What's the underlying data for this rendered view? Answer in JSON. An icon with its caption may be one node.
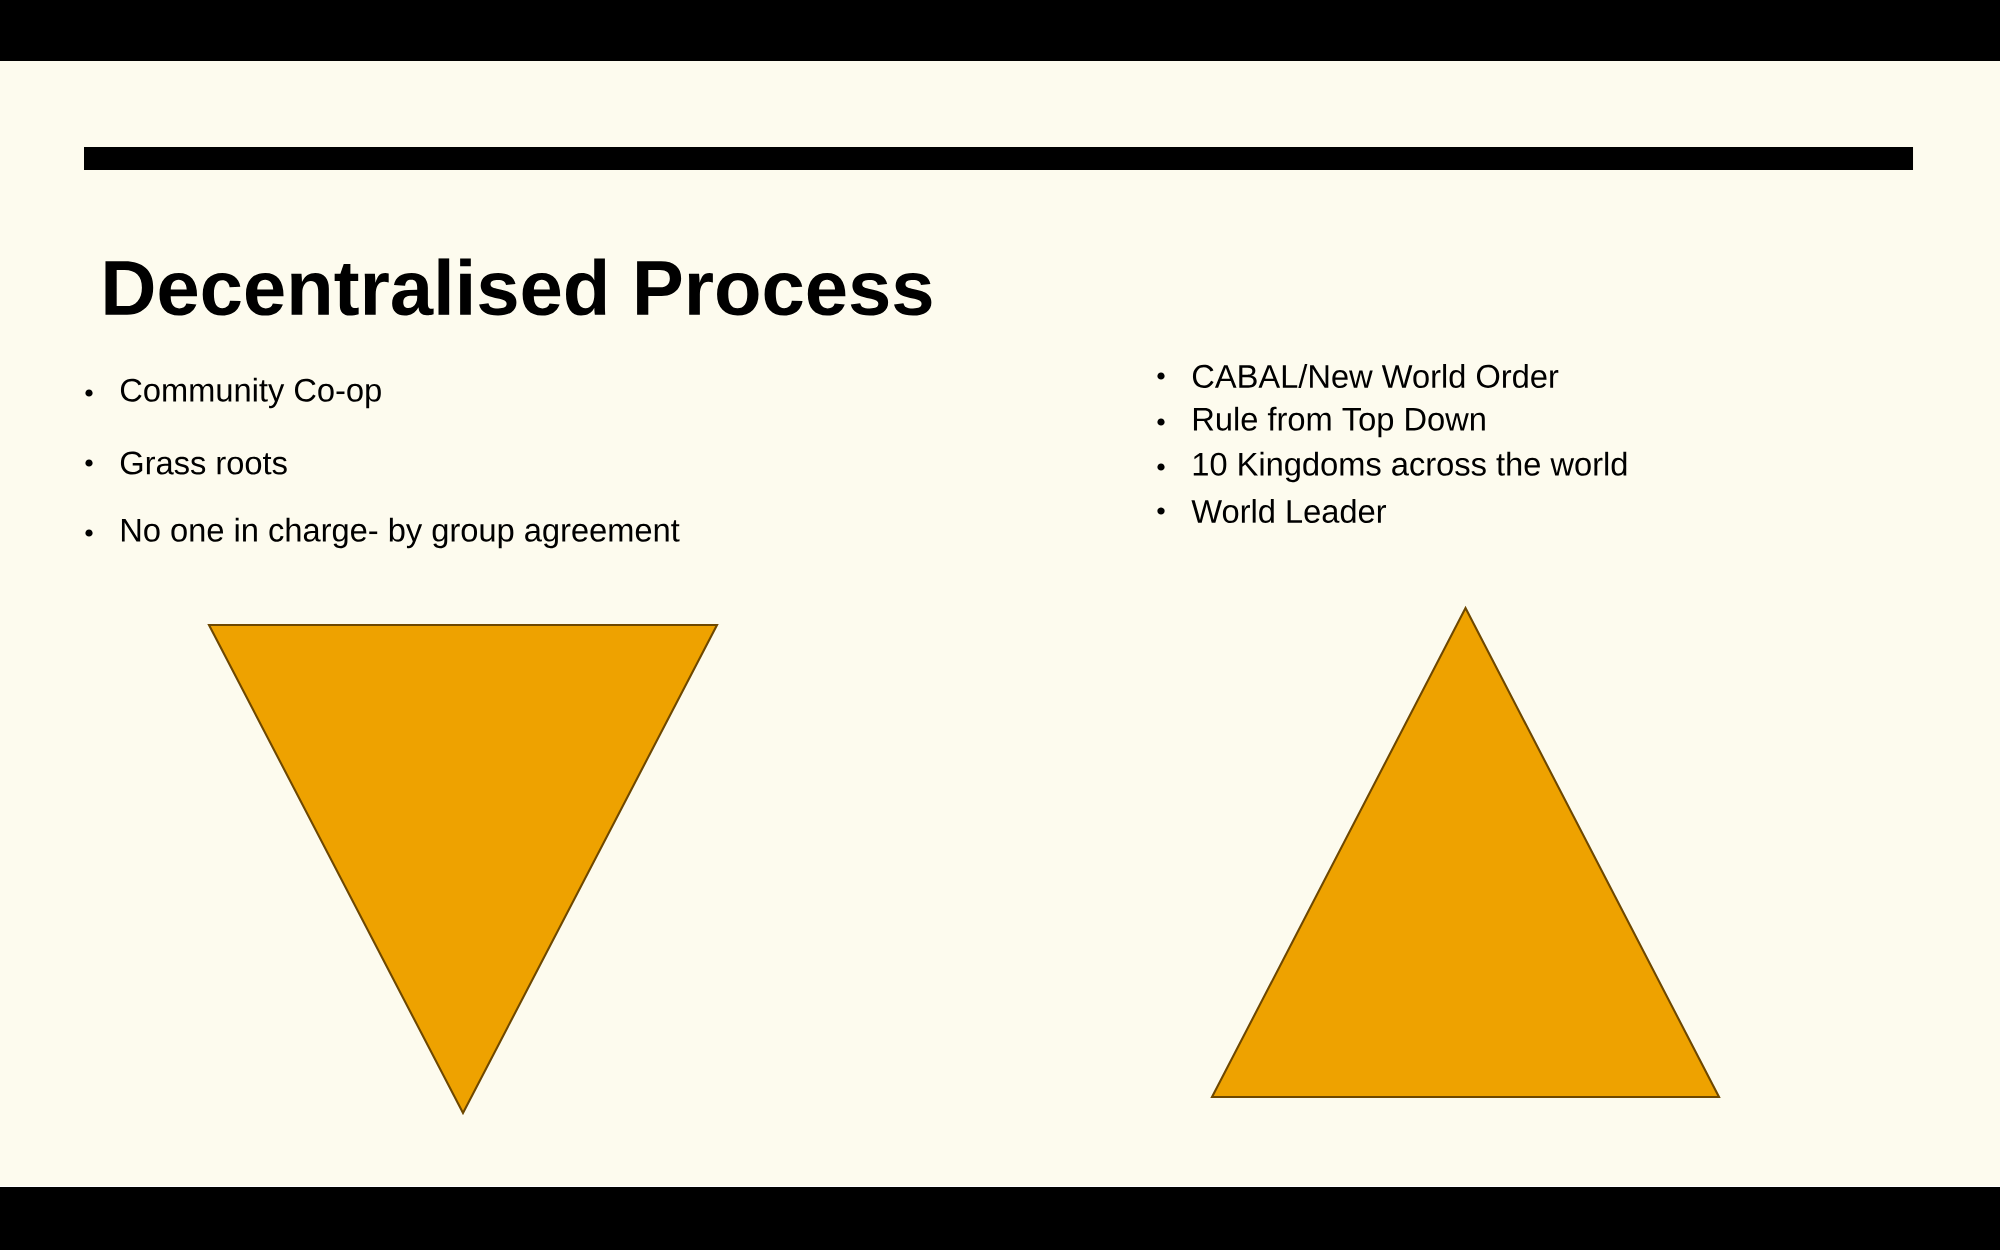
{
  "diagram": {
    "title": "Decentralised Process",
    "nodes": [
      {
        "text": [],
        "shape": "triangle-down"
      },
      {
        "text": [],
        "shape": "triangle-up"
      }
    ],
    "edges": [],
    "labels": [
      "Community Co-op",
      "Grass roots",
      "No one in charge- by group agreement",
      "CABAL/New World Order",
      "Rule from Top Down",
      "10 Kingdoms across the world",
      "World Leader"
    ]
  }
}
